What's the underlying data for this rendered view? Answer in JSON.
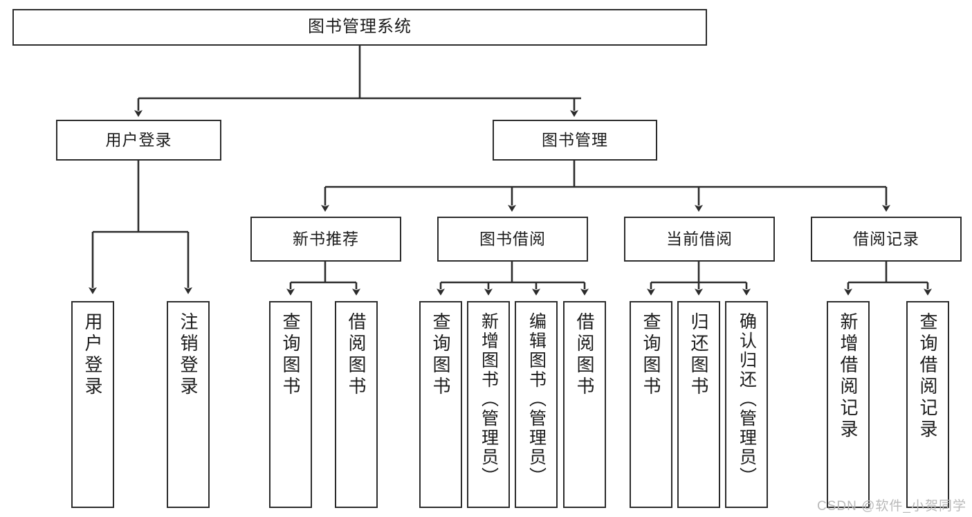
{
  "diagram": {
    "title": "图书管理系统",
    "type": "tree",
    "watermark": "CSDN @软件_小贺同学",
    "colors": {
      "line": "#2b2b2b",
      "text": "#1b1b1b",
      "background": "#ffffff",
      "watermark": "#b9b9b9"
    },
    "nodes": {
      "root": "图书管理系统",
      "level2": [
        "用户登录",
        "图书管理"
      ],
      "level3": [
        "新书推荐",
        "图书借阅",
        "当前借阅",
        "借阅记录"
      ],
      "leaves": {
        "user_login": [
          "用户登录",
          "注销登录"
        ],
        "new_book": [
          "查询图书",
          "借阅图书"
        ],
        "book_borrow": [
          "查询图书",
          "新增图书（管理员）",
          "编辑图书（管理员）",
          "借阅图书"
        ],
        "current_borrow": [
          "查询图书",
          "归还图书",
          "确认归还（管理员）"
        ],
        "borrow_record": [
          "新增借阅记录",
          "查询借阅记录"
        ]
      }
    }
  }
}
